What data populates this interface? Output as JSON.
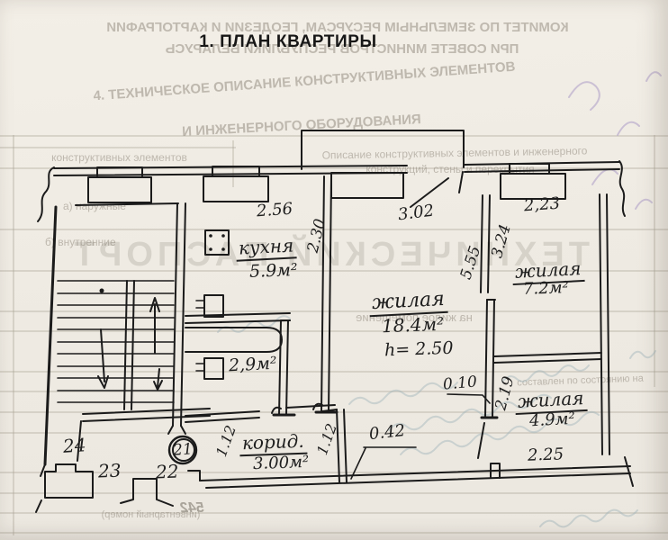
{
  "colors": {
    "ink": "#1b1b1b",
    "paper": "#efebe3",
    "faded_print": "#8b8477",
    "bleed_handwriting": "#9fb3ba",
    "pen_note": "#ab9bc6"
  },
  "title": "1. ПЛАН КВАРТИРЫ",
  "plan": {
    "rooms": {
      "kitchen": {
        "name": "кухня",
        "area": "5.9м²"
      },
      "living_main": {
        "name": "жилая",
        "area": "18.4м²",
        "height": "h= 2.50"
      },
      "living_right": {
        "name": "жилая",
        "area": "7.2м²"
      },
      "living_small": {
        "name": "жилая",
        "area": "4.9м²"
      },
      "bathroom": {
        "area": "2,9м²"
      },
      "corridor": {
        "name": "корид.",
        "area": "3.00м²"
      }
    },
    "dimensions": {
      "kitchen_width": "2.56",
      "kitchen_depth": "2.30",
      "balcony_wall": "3.02",
      "right_window": "2,23",
      "right_depth": "3.24",
      "living_depth": "5.55",
      "small_room_depth": "2.19",
      "wall_offset": "0.10",
      "niche": "0.42",
      "small_room_width": "2.25",
      "corridor_width_left": "1.12",
      "corridor_width_right": "1.12"
    },
    "landing": {
      "apt21": "21",
      "apt22": "22",
      "apt23": "23",
      "apt24": "24"
    }
  },
  "faded_form": {
    "header_line1": "КОМИТЕТ ПО ЗЕМЕЛЬНЫМ РЕСУРСАМ, ГЕОДЕЗИИ И КАРТОГРАФИИ",
    "header_line2": "ПРИ СОВЕТЕ МИНИСТРОВ РЕСПУБЛИКИ БЕЛАРУСЬ",
    "section_line1": "4. ТЕХНИЧЕСКОЕ ОПИСАНИЕ КОНСТРУКТИВНЫХ ЭЛЕМЕНТОВ",
    "section_line2": "И ИНЖЕНЕРНОГО ОБОРУДОВАНИЯ",
    "table_col_left": "конструктивных элементов",
    "table_col_right": "Описание конструктивных элементов и инженерного",
    "table_col_right2": "конструкций, стены и перекрытия",
    "margin_item_a": "а) наружные",
    "margin_item_b": "б) внутренние",
    "watermark": "ТЕХНИЧЕСКИЙ ПАСПОРТ",
    "watermark_sub": "на жилое помещение",
    "composed_note": "составлен по состоянию на",
    "inventory_label": "(инвентарный номер)",
    "inventory_number": "542"
  }
}
